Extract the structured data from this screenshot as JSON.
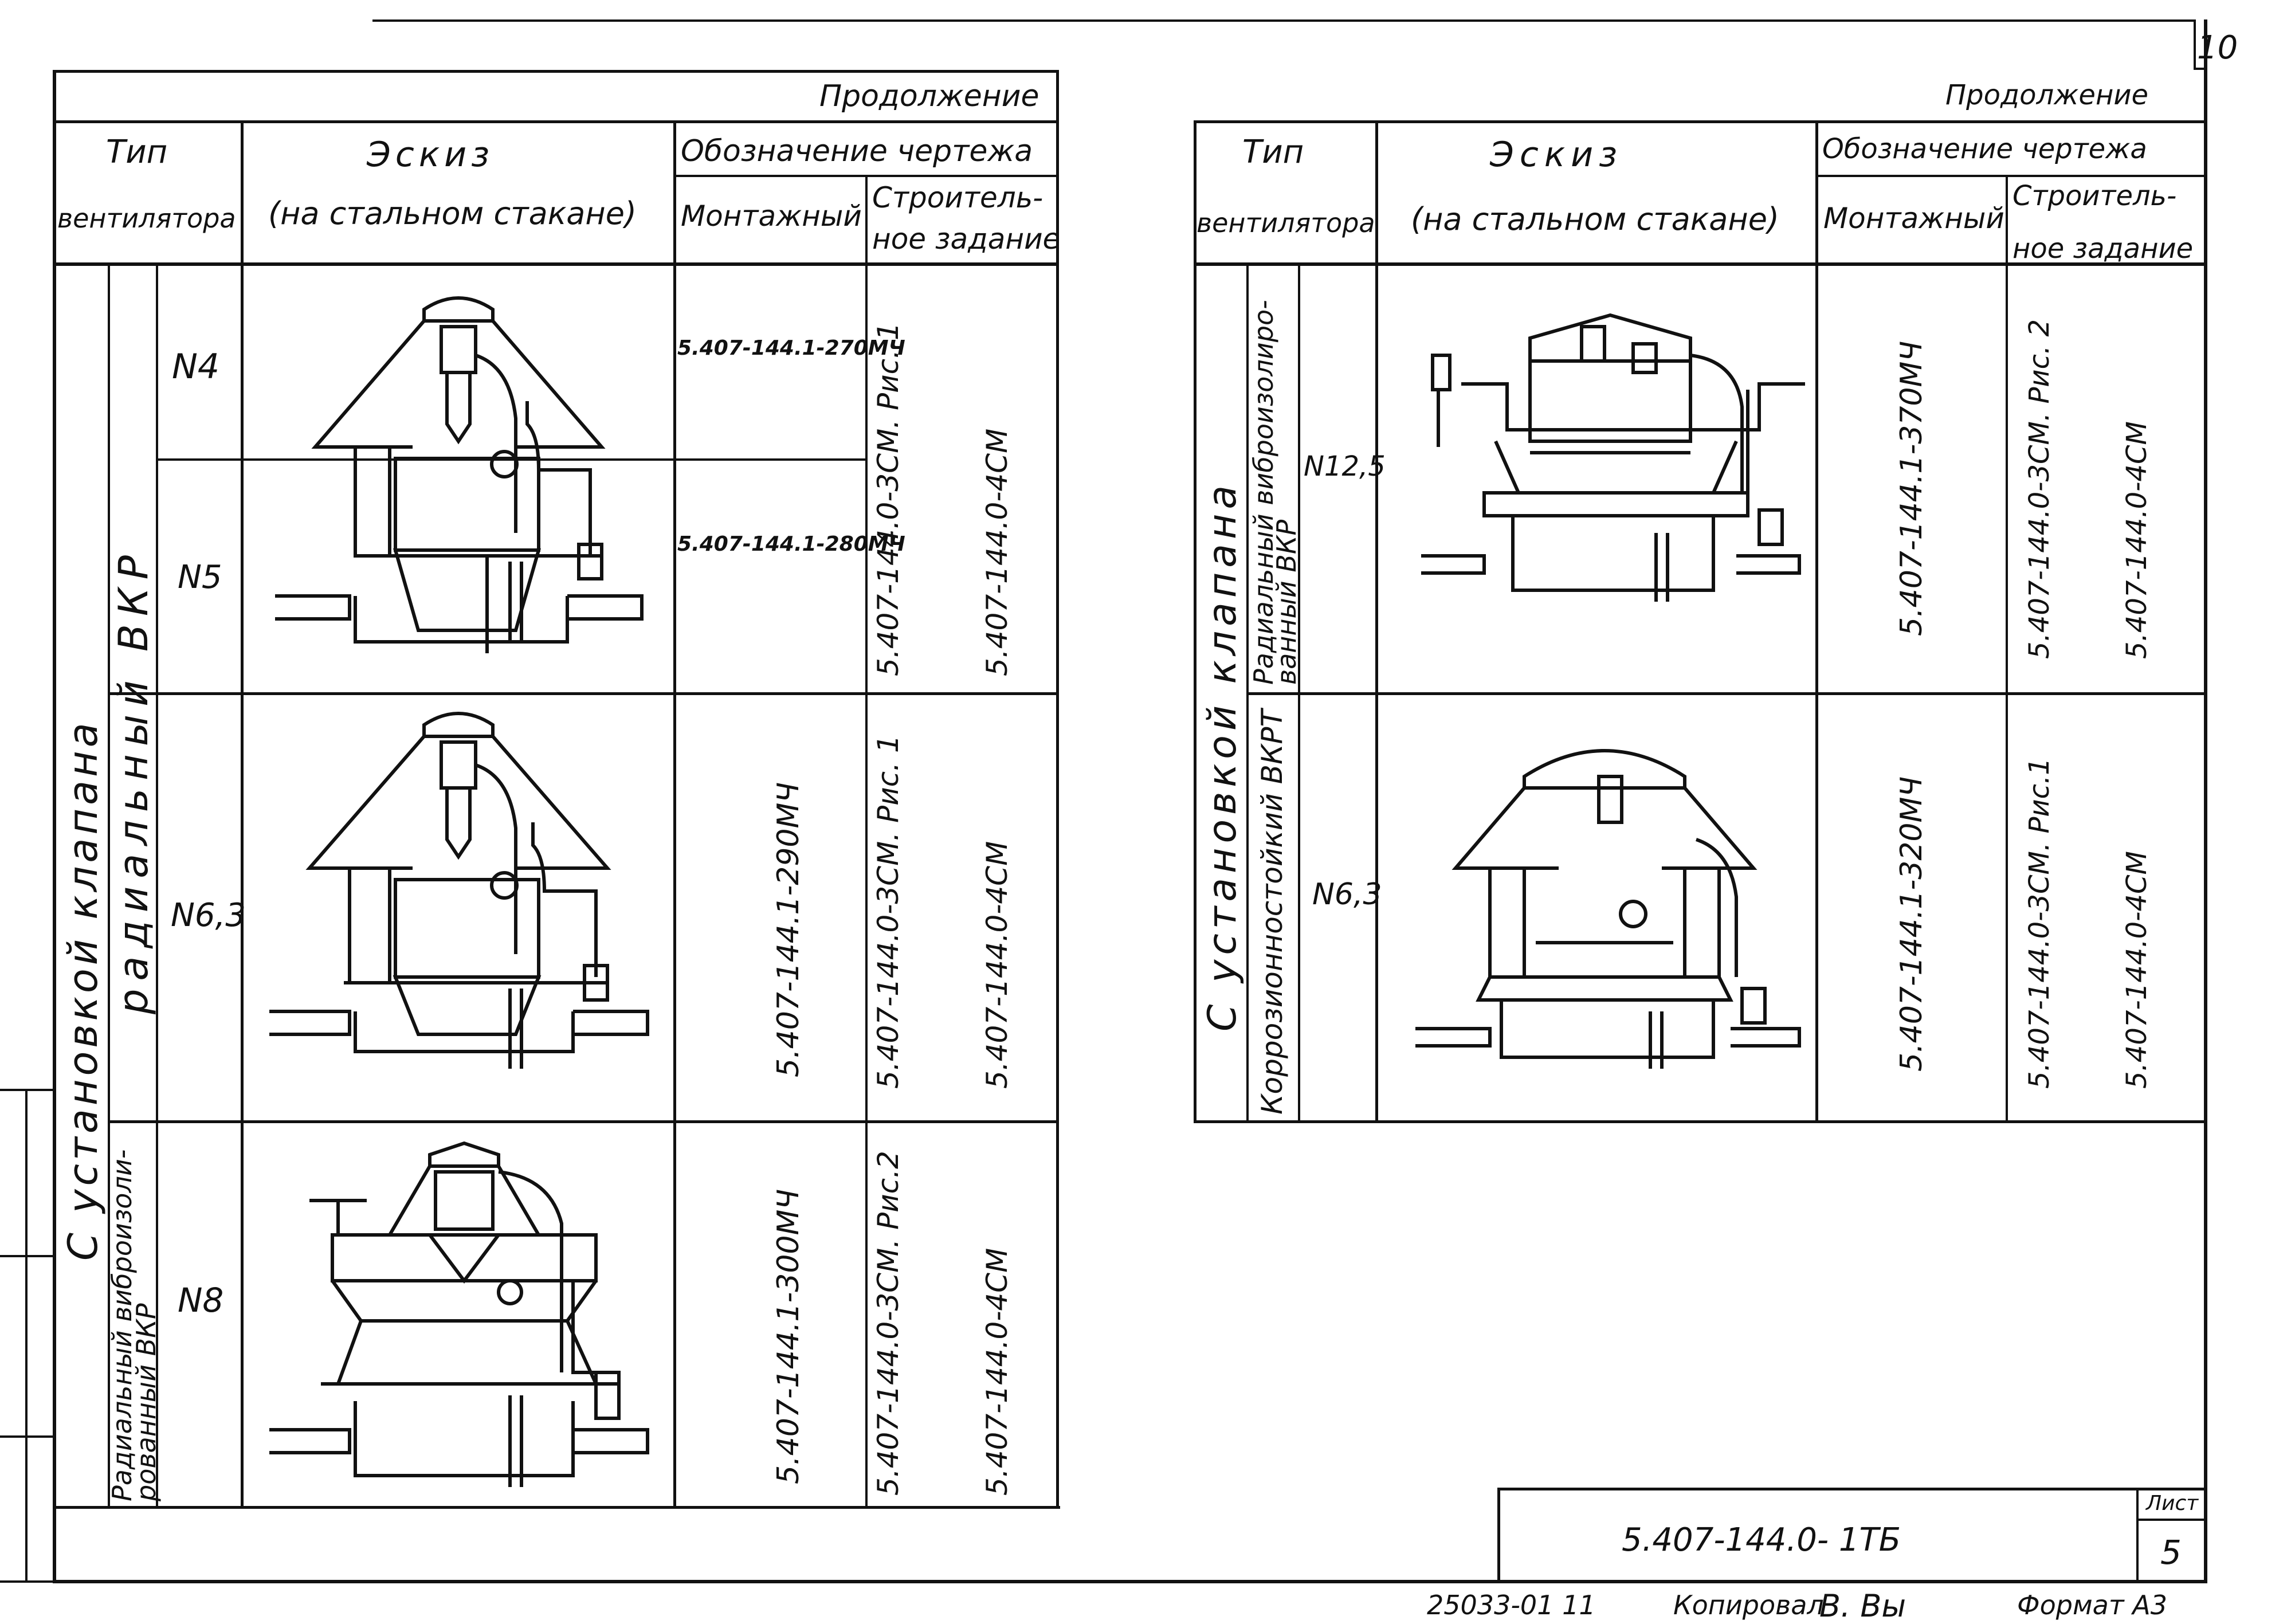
{
  "sheet_corner_number": "10",
  "left_table": {
    "continuation": "Продолжение",
    "col_type": "Тип",
    "col_type_sub": "вентилятора",
    "col_sketch": "Эскиз",
    "col_sketch_sub": "(на стальном стакане)",
    "col_designation": "Обозначение чертежа",
    "col_mount": "Монтажный",
    "col_build": [
      "Строитель-",
      "ное задание"
    ],
    "group_outer": "С установкой клапана",
    "group_inner_1": "радиальный ВКР",
    "group_inner_2": [
      "Радиальный виброизоли-",
      "рованный ВКР"
    ],
    "rows": [
      {
        "num": "N4",
        "mount": "5.407-144.1-270МЧ"
      },
      {
        "num": "N5",
        "mount": "5.407-144.1-280МЧ"
      },
      {
        "num": "N6,3",
        "mount": "5.407-144.1-290МЧ"
      },
      {
        "num": "N8",
        "mount": "5.407-144.1-300МЧ"
      }
    ],
    "build_n4_n5": [
      "5.407-144.0-3СМ. Рис. 1",
      "5.407-144.0-4СМ"
    ],
    "build_n63": [
      "5.407-144.0-3СМ. Рис. 1",
      "5.407-144.0-4СМ"
    ],
    "build_n8": [
      "5.407-144.0-3СМ. Рис.2",
      "5.407-144.0-4СМ"
    ]
  },
  "right_table": {
    "continuation": "Продолжение",
    "col_type": "Тип",
    "col_type_sub": "вентилятора",
    "col_sketch": "Эскиз",
    "col_sketch_sub": "(на стальном стакане)",
    "col_designation": "Обозначение чертежа",
    "col_mount": "Монтажный",
    "col_build": [
      "Строитель-",
      "ное задание"
    ],
    "group_outer": "С установкой клапана",
    "group_inner_1": [
      "Радиальный виброизолиро-",
      "ванный ВКР"
    ],
    "group_inner_2": "Коррозионностойкий ВКРТ",
    "rows": [
      {
        "num": "N12,5",
        "mount": "5.407-144.1-370МЧ",
        "build": [
          "5.407-144.0-3СМ. Рис. 2",
          "5.407-144.0-4СМ"
        ]
      },
      {
        "num": "N6,3",
        "mount": "5.407-144.1-320МЧ",
        "build": [
          "5.407-144.0-3СМ. Рис.1",
          "5.407-144.0-4СМ"
        ]
      }
    ]
  },
  "title_block": {
    "designation": "5.407-144.0- 1ТБ",
    "sheet_label": "Лист",
    "sheet_number": "5"
  },
  "footer": {
    "order": "25033-01 11",
    "copied": "Копировал",
    "format": "Формат А3"
  }
}
